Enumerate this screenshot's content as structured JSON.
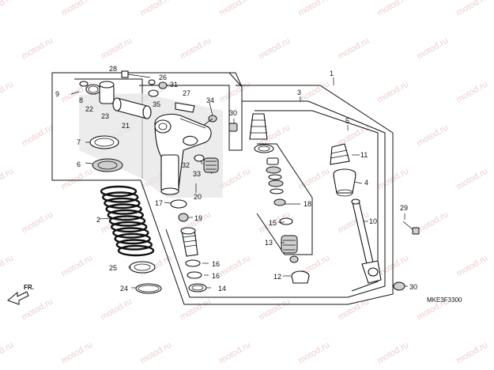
{
  "watermark": "motod.ru",
  "diagram_code": "MKE3F3300",
  "front_indicator": "FR.",
  "callouts": [
    {
      "id": "1",
      "label": "1"
    },
    {
      "id": "2",
      "label": "2"
    },
    {
      "id": "3",
      "label": "3"
    },
    {
      "id": "4",
      "label": "4"
    },
    {
      "id": "5",
      "label": "5"
    },
    {
      "id": "6",
      "label": "6"
    },
    {
      "id": "7",
      "label": "7"
    },
    {
      "id": "8",
      "label": "8"
    },
    {
      "id": "9",
      "label": "9"
    },
    {
      "id": "10",
      "label": "10"
    },
    {
      "id": "11",
      "label": "11"
    },
    {
      "id": "12",
      "label": "12"
    },
    {
      "id": "13",
      "label": "13"
    },
    {
      "id": "14",
      "label": "14"
    },
    {
      "id": "15",
      "label": "15"
    },
    {
      "id": "16a",
      "label": "16"
    },
    {
      "id": "16b",
      "label": "16"
    },
    {
      "id": "17",
      "label": "17"
    },
    {
      "id": "18",
      "label": "18"
    },
    {
      "id": "19",
      "label": "19"
    },
    {
      "id": "20",
      "label": "20"
    },
    {
      "id": "21",
      "label": "21"
    },
    {
      "id": "22",
      "label": "22"
    },
    {
      "id": "23",
      "label": "23"
    },
    {
      "id": "24",
      "label": "24"
    },
    {
      "id": "25",
      "label": "25"
    },
    {
      "id": "26",
      "label": "26"
    },
    {
      "id": "27",
      "label": "27"
    },
    {
      "id": "28",
      "label": "28"
    },
    {
      "id": "29",
      "label": "29"
    },
    {
      "id": "30a",
      "label": "30"
    },
    {
      "id": "30b",
      "label": "30"
    },
    {
      "id": "31",
      "label": "31"
    },
    {
      "id": "32",
      "label": "32"
    },
    {
      "id": "33",
      "label": "33"
    },
    {
      "id": "34",
      "label": "34"
    },
    {
      "id": "35",
      "label": "35"
    }
  ]
}
